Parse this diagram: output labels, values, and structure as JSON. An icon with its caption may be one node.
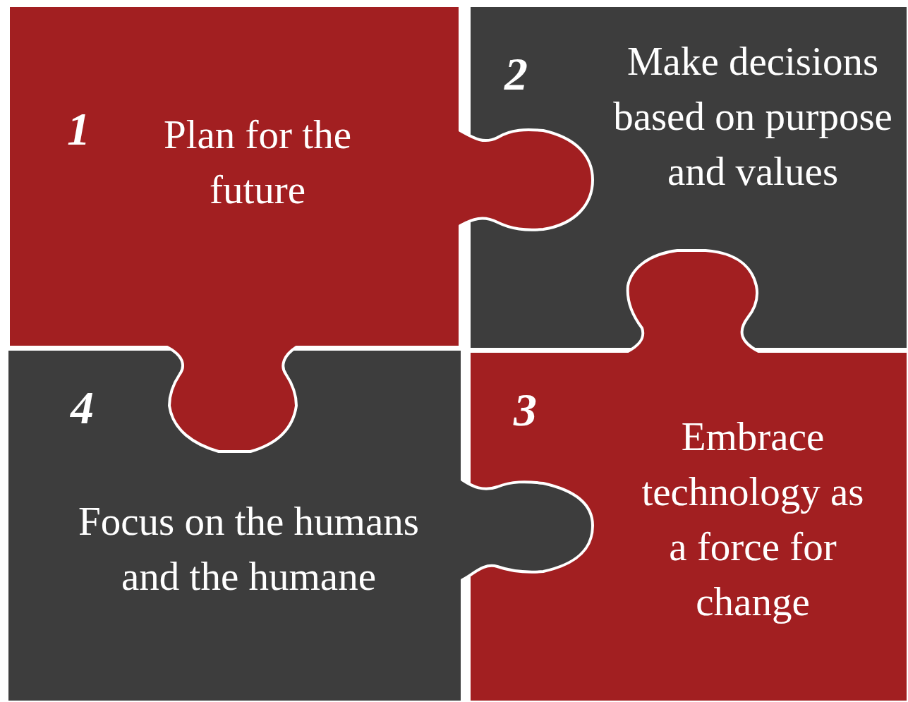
{
  "diagram": {
    "nodes": [
      {
        "text": [
          "1",
          "Plan for the future"
        ]
      },
      {
        "text": [
          "2",
          "Make decisions based on purpose and values"
        ]
      },
      {
        "text": [
          "3",
          "Embrace technology as a force for change"
        ]
      },
      {
        "text": [
          "4",
          "Focus on the humans and the humane"
        ]
      }
    ]
  }
}
